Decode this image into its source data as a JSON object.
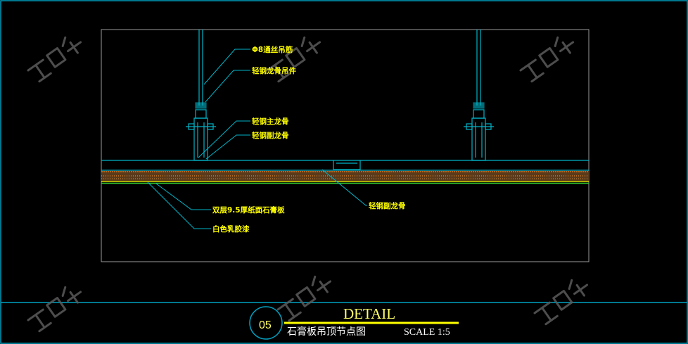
{
  "labels": {
    "rod": "Φ8通丝吊筋",
    "hanger": "轻钢龙骨吊件",
    "main_keel": "轻钢主龙骨",
    "sub_keel_1": "轻钢副龙骨",
    "sub_keel_2": "轻钢副龙骨",
    "gypsum": "双层9.5厚纸面石膏板",
    "paint": "白色乳胶漆"
  },
  "title": {
    "number": "05",
    "main": "DETAIL",
    "sub": "石膏板吊顶节点图",
    "scale": "SCALE 1:5"
  },
  "colors": {
    "line": "#00b4c8",
    "text": "#ffff00",
    "board_top": "#ff9933",
    "board_fill": "#8a5a2a",
    "paint_line": "#33cc33",
    "paint_line2": "#ffff00",
    "watermark": "#5a5a5a"
  }
}
